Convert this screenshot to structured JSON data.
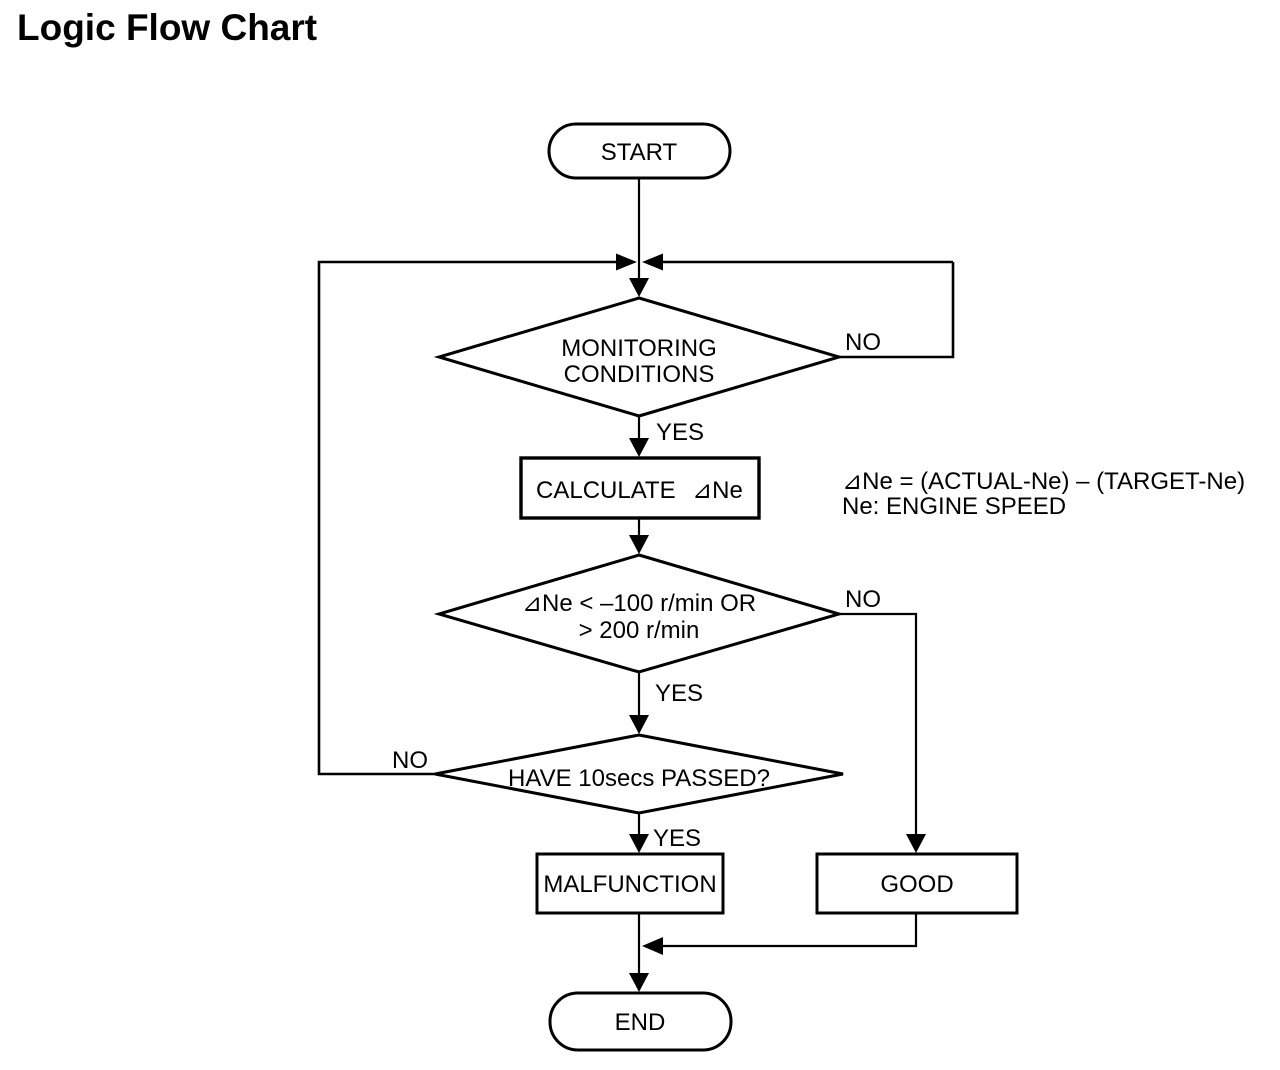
{
  "title": "Logic Flow Chart",
  "nodes": {
    "start": {
      "label": "START"
    },
    "monitoring": {
      "line1": "MONITORING",
      "line2": "CONDITIONS"
    },
    "calculate": {
      "label": "CALCULATE",
      "variable": "⊿Ne"
    },
    "threshold": {
      "line1": "⊿Ne < –100 r/min OR",
      "line2": "> 200 r/min"
    },
    "passed": {
      "label": "HAVE 10secs PASSED?"
    },
    "malfunction": {
      "label": "MALFUNCTION"
    },
    "good": {
      "label": "GOOD"
    },
    "end": {
      "label": "END"
    }
  },
  "edges": {
    "monitoring_yes": "YES",
    "monitoring_no": "NO",
    "threshold_yes": "YES",
    "threshold_no": "NO",
    "passed_yes": "YES",
    "passed_no": "NO"
  },
  "annotation": {
    "line1": "⊿Ne = (ACTUAL-Ne) – (TARGET-Ne)",
    "line2": "Ne: ENGINE SPEED"
  },
  "colors": {
    "ink": "#000000",
    "background": "#ffffff"
  }
}
